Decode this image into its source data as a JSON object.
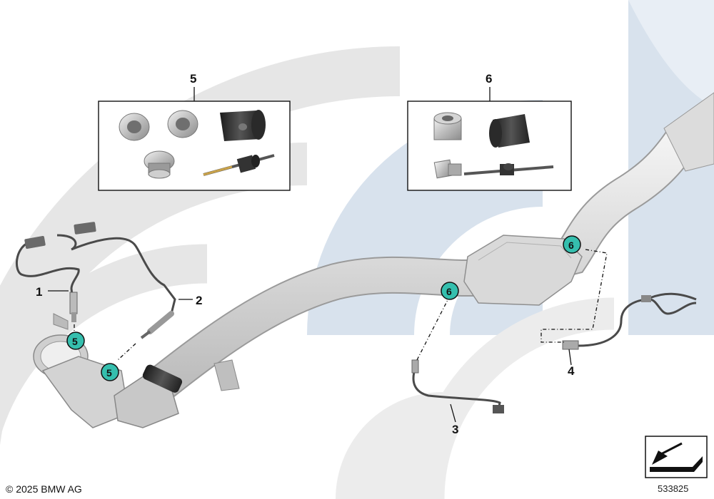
{
  "labels": {
    "part_1": "1",
    "part_2": "2",
    "part_3": "3",
    "part_4": "4",
    "kit_5": "5",
    "kit_6": "6",
    "badges": [
      "5",
      "5",
      "6",
      "6"
    ]
  },
  "footer": {
    "copyright": "© 2025 BMW AG",
    "diagram_number": "533825"
  },
  "colors": {
    "background_arcs": "#e4e4e4",
    "background_blue": "#d7e1ec",
    "badge_fill": "#35bfae",
    "exhaust_fill": "#e6e6e6",
    "line": "#111111"
  }
}
